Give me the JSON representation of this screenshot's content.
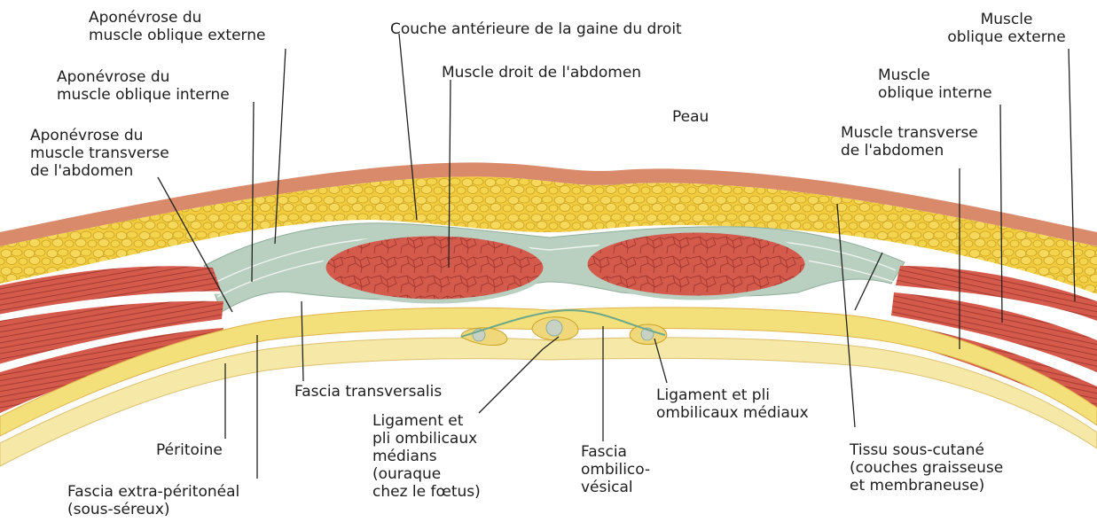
{
  "labels": {
    "apo_oblique_externe": [
      "Aponévrose du",
      "muscle oblique externe"
    ],
    "couche_anterieure": [
      "Couche antérieure de la gaine du droit"
    ],
    "muscle_oblique_externe": [
      "Muscle",
      "oblique externe"
    ],
    "apo_oblique_interne": [
      "Aponévrose du",
      "muscle oblique interne"
    ],
    "muscle_droit": [
      "Muscle droit de l'abdomen"
    ],
    "muscle_oblique_interne": [
      "Muscle",
      "oblique interne"
    ],
    "peau": [
      "Peau"
    ],
    "apo_transverse": [
      "Aponévrose du",
      "muscle transverse",
      "de l'abdomen"
    ],
    "muscle_transverse": [
      "Muscle transverse",
      "de l'abdomen"
    ],
    "fascia_transversalis": [
      "Fascia transversalis"
    ],
    "ligament_medians": [
      "Ligament et",
      "pli ombilicaux",
      "médians",
      "(ouraque",
      "chez le fœtus)"
    ],
    "ligament_mediaux": [
      "Ligament et pli",
      "ombilicaux médiaux"
    ],
    "peritoine": [
      "Péritoine"
    ],
    "fascia_ombilico": [
      "Fascia",
      "ombilico-",
      "vésical"
    ],
    "tissu_sous_cutane": [
      "Tissu sous-cutané",
      "(couches graisseuse",
      "et membraneuse)"
    ],
    "fascia_extra": [
      "Fascia extra-péritonéal",
      "(sous-séreux)"
    ]
  },
  "colors": {
    "skin": "#d88a6a",
    "fat": "#f2cc3c",
    "fat_cell_edge": "#c9a227",
    "muscle": "#d45a4c",
    "muscle_line": "#9e2f28",
    "aponeurosis": "#b9cfc0",
    "fascia_yellow": "#f3e07a",
    "peritoneum": "#f6e9a8",
    "leader": "#222222"
  }
}
